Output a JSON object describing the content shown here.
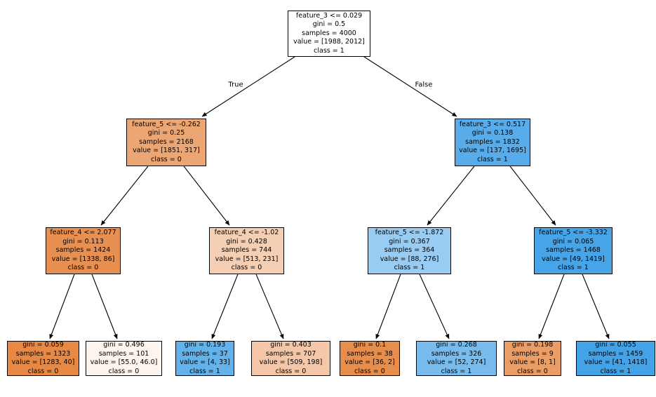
{
  "figure": {
    "type": "decision-tree-plot",
    "background": "#ffffff",
    "class0_base_color": "#e58139",
    "class1_base_color": "#399de5"
  },
  "edge_labels": {
    "true_label": "True",
    "false_label": "False"
  },
  "nodes": [
    {
      "id": "root",
      "depth": 0,
      "fill": "#ffffff",
      "lines": [
        "feature_3 <= 0.029",
        "gini = 0.5",
        "samples = 4000",
        "value = [1988, 2012]",
        "class = 1"
      ]
    },
    {
      "id": "node-l",
      "depth": 1,
      "fill": "#eca673",
      "lines": [
        "feature_5 <= -0.262",
        "gini = 0.25",
        "samples = 2168",
        "value = [1851, 317]",
        "class = 0"
      ]
    },
    {
      "id": "node-r",
      "depth": 1,
      "fill": "#57ace9",
      "lines": [
        "feature_3 <= 0.517",
        "gini = 0.138",
        "samples = 1832",
        "value = [137, 1695]",
        "class = 1"
      ]
    },
    {
      "id": "node-ll",
      "depth": 2,
      "fill": "#e89051",
      "lines": [
        "feature_4 <= 2.077",
        "gini = 0.113",
        "samples = 1424",
        "value = [1338, 86]",
        "class = 0"
      ]
    },
    {
      "id": "node-lr",
      "depth": 2,
      "fill": "#f5cfb4",
      "lines": [
        "feature_4 <= -1.02",
        "gini = 0.428",
        "samples = 744",
        "value = [513, 231]",
        "class = 0"
      ]
    },
    {
      "id": "node-rl",
      "depth": 2,
      "fill": "#99ccf2",
      "lines": [
        "feature_5 <= -1.872",
        "gini = 0.367",
        "samples = 364",
        "value = [88, 276]",
        "class = 1"
      ]
    },
    {
      "id": "node-rr",
      "depth": 2,
      "fill": "#46a4e7",
      "lines": [
        "feature_5 <= -3.332",
        "gini = 0.065",
        "samples = 1468",
        "value = [49, 1419]",
        "class = 1"
      ]
    },
    {
      "id": "leaf-1",
      "depth": 3,
      "fill": "#e78945",
      "lines": [
        "gini = 0.059",
        "samples = 1323",
        "value = [1283, 40]",
        "class = 0"
      ]
    },
    {
      "id": "leaf-2",
      "depth": 3,
      "fill": "#fdf4ed",
      "lines": [
        "gini = 0.496",
        "samples = 101",
        "value = [55.0, 46.0]",
        "class = 0"
      ]
    },
    {
      "id": "leaf-3",
      "depth": 3,
      "fill": "#64b2ea",
      "lines": [
        "gini = 0.193",
        "samples = 37",
        "value = [4, 33]",
        "class = 1"
      ]
    },
    {
      "id": "leaf-4",
      "depth": 3,
      "fill": "#f3c7a7",
      "lines": [
        "gini = 0.403",
        "samples = 707",
        "value = [509, 198]",
        "class = 0"
      ]
    },
    {
      "id": "leaf-5",
      "depth": 3,
      "fill": "#e78e4d",
      "lines": [
        "gini = 0.1",
        "samples = 38",
        "value = [36, 2]",
        "class = 0"
      ]
    },
    {
      "id": "leaf-6",
      "depth": 3,
      "fill": "#78bced",
      "lines": [
        "gini = 0.268",
        "samples = 326",
        "value = [52, 274]",
        "class = 1"
      ]
    },
    {
      "id": "leaf-7",
      "depth": 3,
      "fill": "#ea9d65",
      "lines": [
        "gini = 0.198",
        "samples = 9",
        "value = [8, 1]",
        "class = 0"
      ]
    },
    {
      "id": "leaf-8",
      "depth": 3,
      "fill": "#44a2e6",
      "lines": [
        "gini = 0.055",
        "samples = 1459",
        "value = [41, 1418]",
        "class = 1"
      ]
    }
  ],
  "edges": [
    {
      "from": "root",
      "to": "node-l",
      "label": "True"
    },
    {
      "from": "root",
      "to": "node-r",
      "label": "False"
    },
    {
      "from": "node-l",
      "to": "node-ll"
    },
    {
      "from": "node-l",
      "to": "node-lr"
    },
    {
      "from": "node-r",
      "to": "node-rl"
    },
    {
      "from": "node-r",
      "to": "node-rr"
    },
    {
      "from": "node-ll",
      "to": "leaf-1"
    },
    {
      "from": "node-ll",
      "to": "leaf-2"
    },
    {
      "from": "node-lr",
      "to": "leaf-3"
    },
    {
      "from": "node-lr",
      "to": "leaf-4"
    },
    {
      "from": "node-rl",
      "to": "leaf-5"
    },
    {
      "from": "node-rl",
      "to": "leaf-6"
    },
    {
      "from": "node-rr",
      "to": "leaf-7"
    },
    {
      "from": "node-rr",
      "to": "leaf-8"
    }
  ]
}
